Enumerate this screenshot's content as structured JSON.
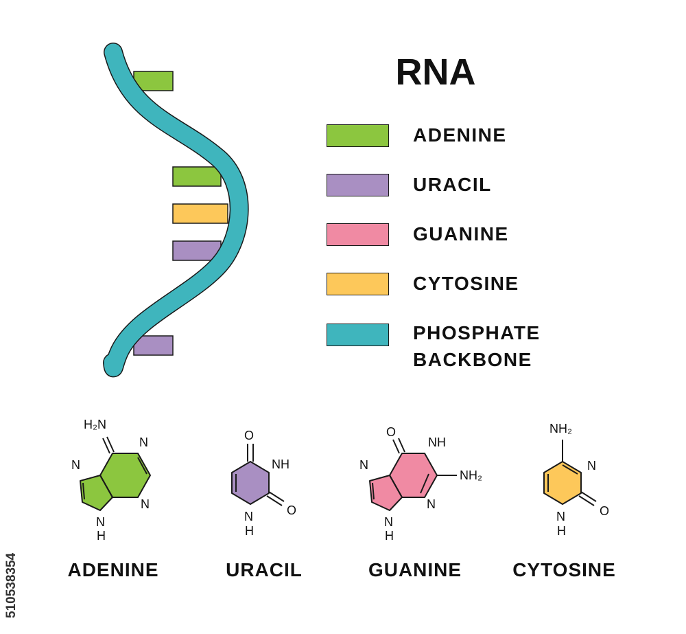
{
  "title": "RNA",
  "colors": {
    "adenine": "#8cc63f",
    "uracil": "#a98fc2",
    "guanine": "#f08aa3",
    "cytosine": "#fdc85a",
    "backbone": "#3fb5bd",
    "outline": "#1a1a1a"
  },
  "legend": [
    {
      "label": "ADENINE",
      "color": "#8cc63f"
    },
    {
      "label": "URACIL",
      "color": "#a98fc2"
    },
    {
      "label": "GUANINE",
      "color": "#f08aa3"
    },
    {
      "label": "CYTOSINE",
      "color": "#fdc85a"
    },
    {
      "label": "PHOSPHATE",
      "label2": "BACKBONE",
      "color": "#3fb5bd"
    }
  ],
  "molecules": {
    "adenine": {
      "name": "ADENINE",
      "nh2": "H₂N",
      "n1": "N",
      "n2": "N",
      "n3": "N",
      "n4": "N",
      "h": "H"
    },
    "uracil": {
      "name": "URACIL",
      "o1": "O",
      "nh": "NH",
      "o2": "O",
      "n": "N",
      "h": "H"
    },
    "guanine": {
      "name": "GUANINE",
      "o": "O",
      "nh": "NH",
      "nh2": "NH₂",
      "n1": "N",
      "n2": "N",
      "n3": "N",
      "h": "H"
    },
    "cytosine": {
      "name": "CYTOSINE",
      "nh2": "NH₂",
      "n1": "N",
      "o": "O",
      "n2": "N",
      "h": "H"
    }
  },
  "side_id": "510538354"
}
